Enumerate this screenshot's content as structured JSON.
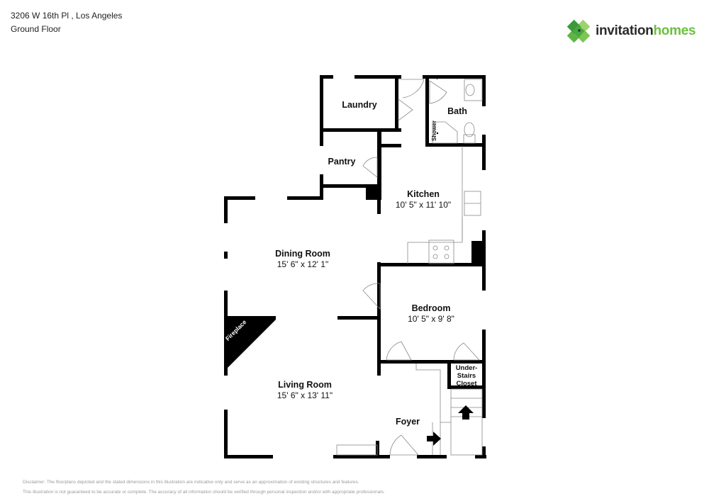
{
  "header": {
    "address": "3206 W 16th Pl , Los Angeles",
    "floor": "Ground Floor"
  },
  "logo": {
    "word1": "invitation",
    "word2": "homes",
    "icon": "clover-logo-icon",
    "colors": {
      "dark": "#2b2b2b",
      "green": "#6cbf3f",
      "green_dark": "#3a9a3a",
      "green_light": "#9ed36a"
    }
  },
  "rooms": {
    "laundry": {
      "name": "Laundry"
    },
    "pantry": {
      "name": "Pantry"
    },
    "bath": {
      "name": "Bath"
    },
    "shower": {
      "name": "Shower"
    },
    "kitchen": {
      "name": "Kitchen",
      "dim": "10' 5\" x 11' 10\""
    },
    "dining": {
      "name": "Dining Room",
      "dim": "15' 6\" x 12' 1\""
    },
    "bedroom": {
      "name": "Bedroom",
      "dim": "10' 5\" x 9' 8\""
    },
    "living": {
      "name": "Living Room",
      "dim": "15' 6\" x 13' 11\""
    },
    "foyer": {
      "name": "Foyer"
    },
    "closet": {
      "line1": "Under-",
      "line2": "Stairs",
      "line3": "Closet"
    },
    "fireplace": {
      "name": "Fireplace"
    }
  },
  "disclaimer": {
    "line1": "Disclaimer: The floorplans depicted and the stated dimensions in this illustration are indicative only and serve as an approximation of existing structures and features.",
    "line2": "This illustration is not guaranteed to be accurate or complete. The accuracy of all information should be verified through personal inspection and/or with appropriate professionals."
  }
}
